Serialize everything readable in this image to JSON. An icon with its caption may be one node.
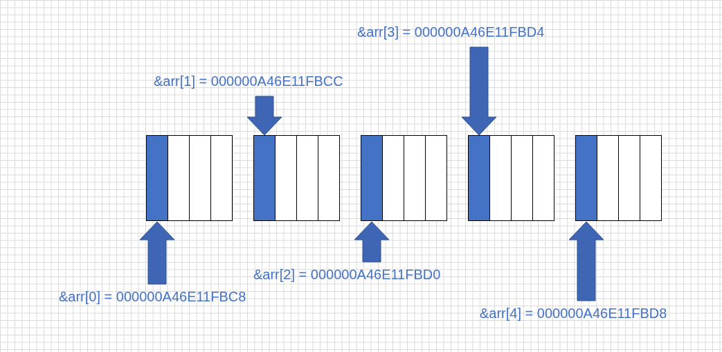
{
  "diagram": {
    "nodes": [
      {
        "text": [
          "&arr[0] = 000000A46E11FBC8"
        ]
      },
      {
        "text": [
          "&arr[1] = 000000A46E11FBCC"
        ]
      },
      {
        "text": [
          "&arr[2] = 000000A46E11FBD0"
        ]
      },
      {
        "text": [
          "&arr[3] = 000000A46E11FBD4"
        ]
      },
      {
        "text": [
          "&arr[4] = 000000A46E11FBD8"
        ]
      },
      {
        "text": [],
        "shape": "box"
      },
      {
        "text": [],
        "shape": "box"
      },
      {
        "text": [],
        "shape": "box"
      },
      {
        "text": [],
        "shape": "box"
      },
      {
        "text": [],
        "shape": "box"
      },
      {
        "text": [],
        "shape": "box"
      },
      {
        "text": [],
        "shape": "box"
      },
      {
        "text": [],
        "shape": "box"
      },
      {
        "text": [],
        "shape": "box"
      },
      {
        "text": [],
        "shape": "box"
      },
      {
        "text": [],
        "shape": "box"
      },
      {
        "text": [],
        "shape": "box"
      },
      {
        "text": [],
        "shape": "box"
      },
      {
        "text": [],
        "shape": "box"
      },
      {
        "text": [],
        "shape": "box"
      },
      {
        "text": [],
        "shape": "box"
      },
      {
        "text": [],
        "shape": "box"
      },
      {
        "text": [],
        "shape": "box"
      },
      {
        "text": [],
        "shape": "box"
      },
      {
        "text": [],
        "shape": "box"
      }
    ],
    "edges": [
      {
        "from": 0,
        "to": 5,
        "arrow": "to",
        "style": "thick"
      },
      {
        "from": 1,
        "to": 9,
        "arrow": "to",
        "style": "thick"
      },
      {
        "from": 2,
        "to": 13,
        "arrow": "to",
        "style": "thick"
      },
      {
        "from": 3,
        "to": 17,
        "arrow": "to",
        "style": "thick"
      },
      {
        "from": 4,
        "to": 21,
        "arrow": "to",
        "style": "thick"
      }
    ]
  }
}
